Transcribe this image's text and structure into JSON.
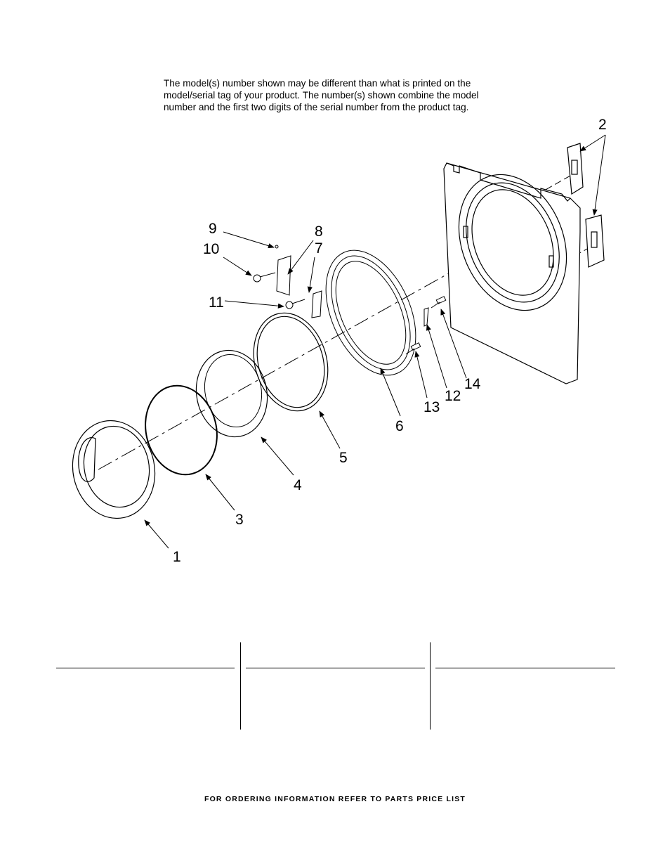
{
  "disclaimer": {
    "line1": "The model(s) number shown may be different than what is printed on the",
    "line2": "model/serial tag of your product. The number(s) shown combine the model",
    "line3": "number and the first two digits of the serial number from the product tag."
  },
  "callouts": {
    "c1": "1",
    "c2": "2",
    "c3": "3",
    "c4": "4",
    "c5": "5",
    "c6": "6",
    "c7": "7",
    "c8": "8",
    "c9": "9",
    "c10": "10",
    "c11": "11",
    "c12": "12",
    "c13": "13",
    "c14": "14"
  },
  "footer": "FOR ORDERING INFORMATION REFER TO PARTS PRICE LIST"
}
